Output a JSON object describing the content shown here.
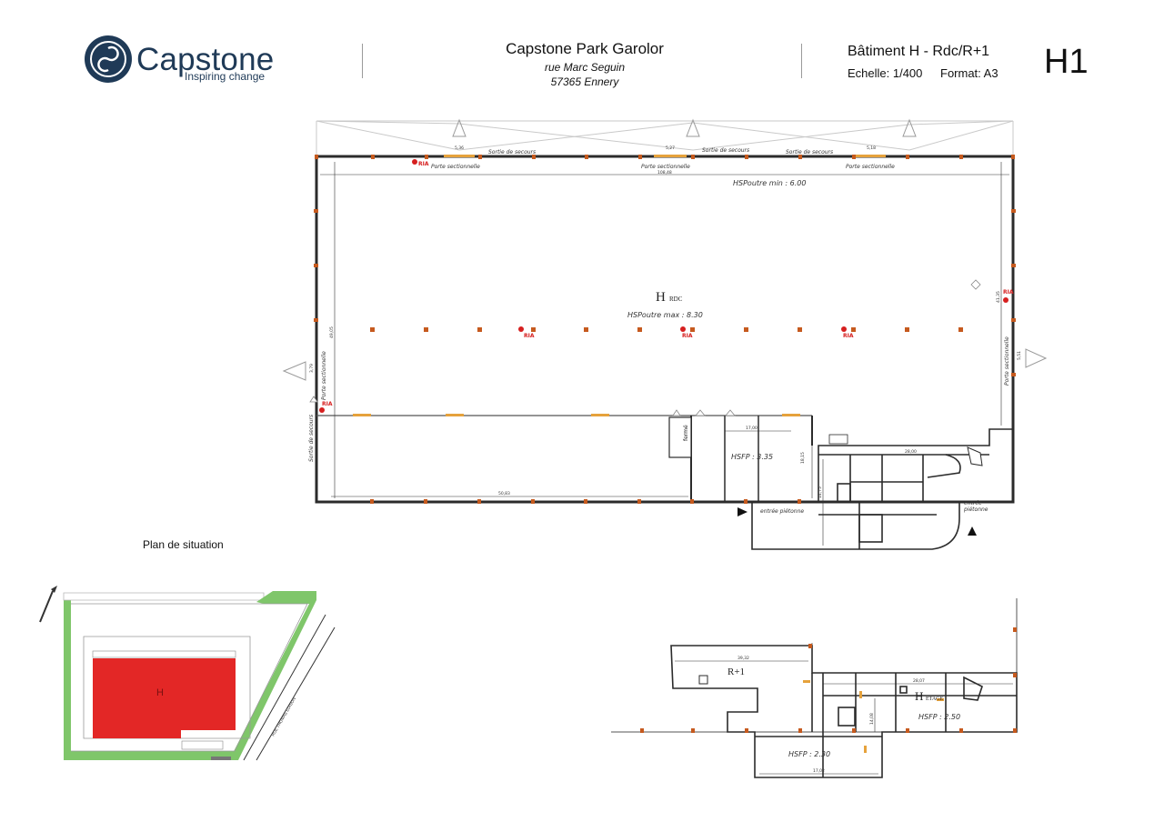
{
  "brand": {
    "name": "Capstone",
    "tagline": "Inspiring change",
    "color": "#1f3a57"
  },
  "site": {
    "name": "Capstone Park Garolor",
    "street": "rue Marc Seguin",
    "city": "57365 Ennery"
  },
  "sheet": {
    "building": "Bâtiment H - Rdc/R+1",
    "scale": "Echelle: 1/400",
    "format": "Format: A3",
    "code": "H1"
  },
  "plan_rdc": {
    "label_h": "H",
    "label_sub": "RDC",
    "hs_max": "HSPoutre max : 8.30",
    "hs_min": "HSPoutre min : 6.00",
    "emergency_exit": "Sortie de secours",
    "sectional_door": "Porte sectionnelle",
    "fire_hose": "RIA",
    "closed": "fermé",
    "hsfp_low": "HSFP : 3.35",
    "pedestrian_entry": "entrée piétonne",
    "pedestrian_entry_right_1": "entrée",
    "pedestrian_entry_right_2": "piétonne",
    "dim_total_width": "108,48",
    "dim_left_height": "49,05",
    "dim_right_height": "41,35",
    "dim_bottom": "50,83",
    "dim_office_w": "17,00",
    "dim_office_h": "18,15",
    "dim_office2_w": "28,00",
    "dim_office2_h": "14,75",
    "dim_exit_1": "5,36",
    "dim_exit_2": "5,27",
    "dim_exit_3": "5,18",
    "dim_left_door": "3,79",
    "dim_right_door": "5,51"
  },
  "plan_r1": {
    "label_r1": "R+1",
    "label_h": "H",
    "label_sub": "ETAGE",
    "hsfp_upper": "HSFP : 2.50",
    "hsfp_lower": "HSFP : 2.30",
    "dim_top": "39,32",
    "dim_right_top": "28,07",
    "dim_bottom": "17,02",
    "dim_side": "14,08"
  },
  "situation": {
    "title": "Plan de situation",
    "building_label": "H",
    "street_label": "RUE THOMAS EDISON",
    "building_color": "#e32726",
    "green_color": "#7fc66a"
  },
  "colors": {
    "wall": "#2b2b2b",
    "pillar": "#c65a1e",
    "ria": "#d61f1f",
    "door": "#e6a23c"
  }
}
